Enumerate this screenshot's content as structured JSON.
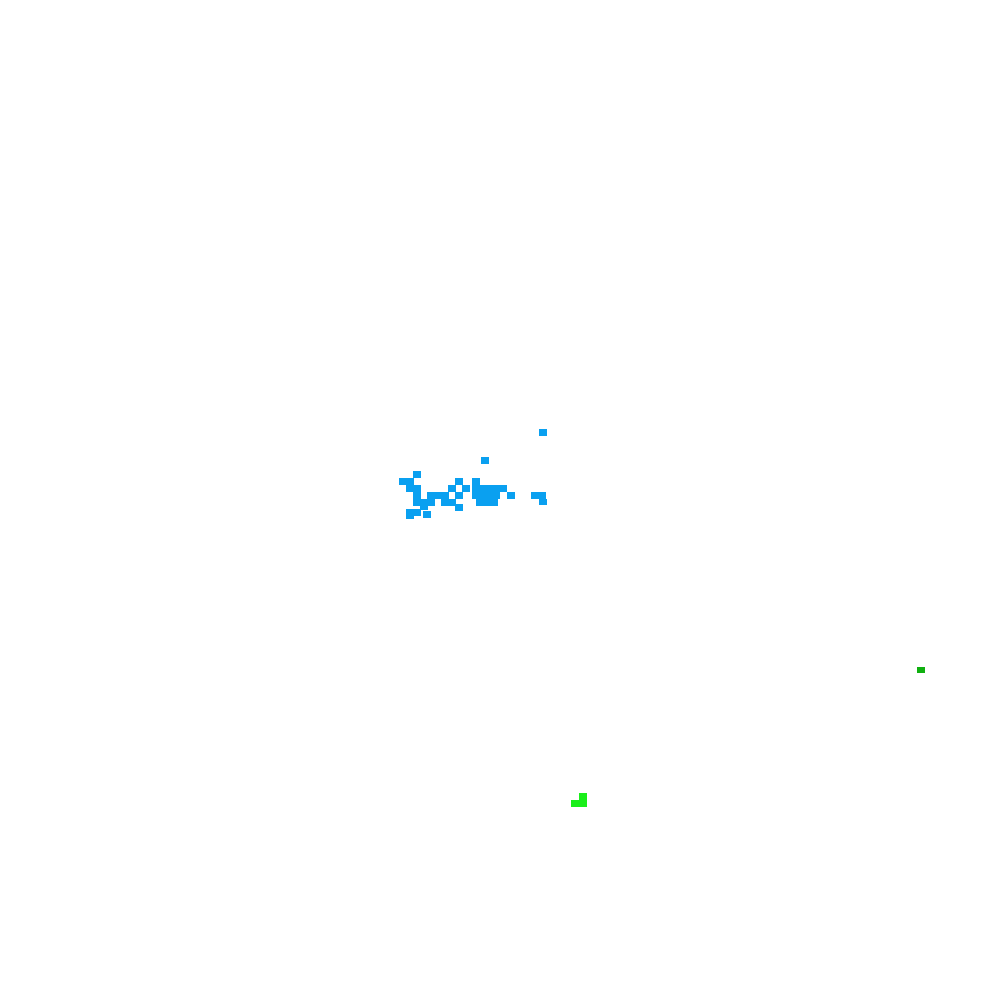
{
  "canvas": {
    "background_color": "#ffffff"
  },
  "clusters": [
    {
      "id": "blue-cluster",
      "color": "#0aa0f0",
      "description_free": true
    },
    {
      "id": "bright-green-marker",
      "color": "#1aef1a"
    },
    {
      "id": "dark-green-marker",
      "color": "#10b010"
    }
  ]
}
